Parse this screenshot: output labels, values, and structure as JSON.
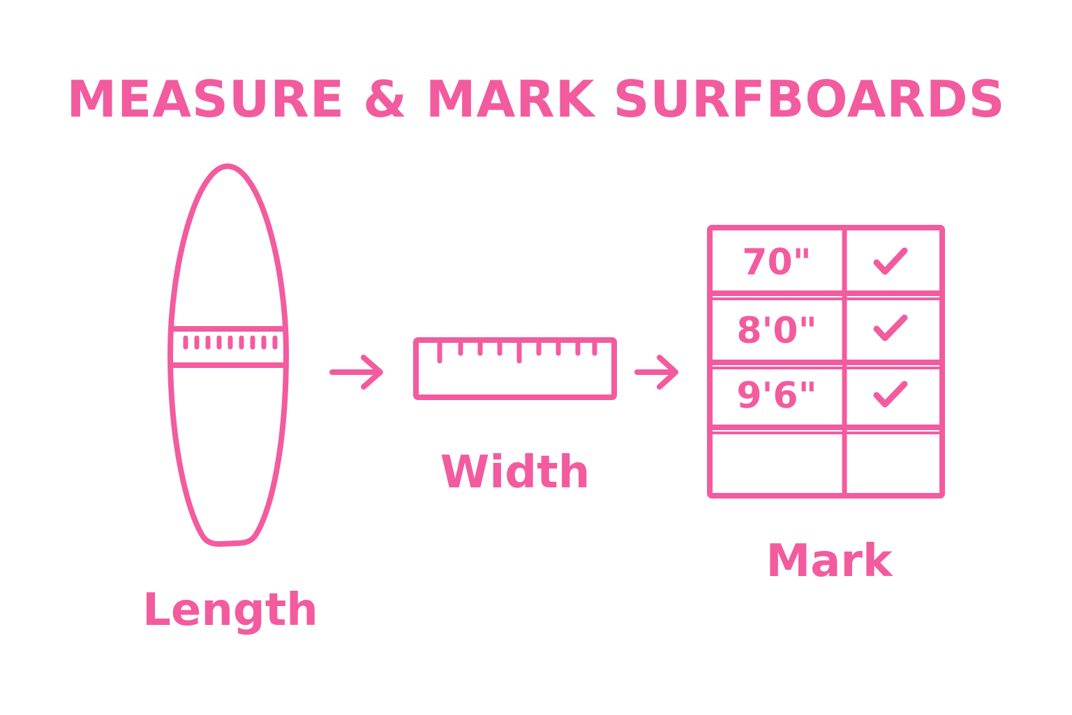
{
  "title": "MEASURE & MARK SURFBOARDS",
  "steps": {
    "length": "Length",
    "width": "Width",
    "mark": "Mark"
  },
  "table": {
    "rows": [
      {
        "value": "70\"",
        "checked": true
      },
      {
        "value": "8'0\"",
        "checked": true
      },
      {
        "value": "9'6\"",
        "checked": true
      },
      {
        "value": "",
        "checked": false
      }
    ]
  },
  "colors": {
    "accent": "#f35b9f",
    "background": "#ffffff"
  },
  "icons": [
    "surfboard-icon",
    "arrow-right-icon",
    "ruler-icon",
    "checkmark-icon"
  ]
}
